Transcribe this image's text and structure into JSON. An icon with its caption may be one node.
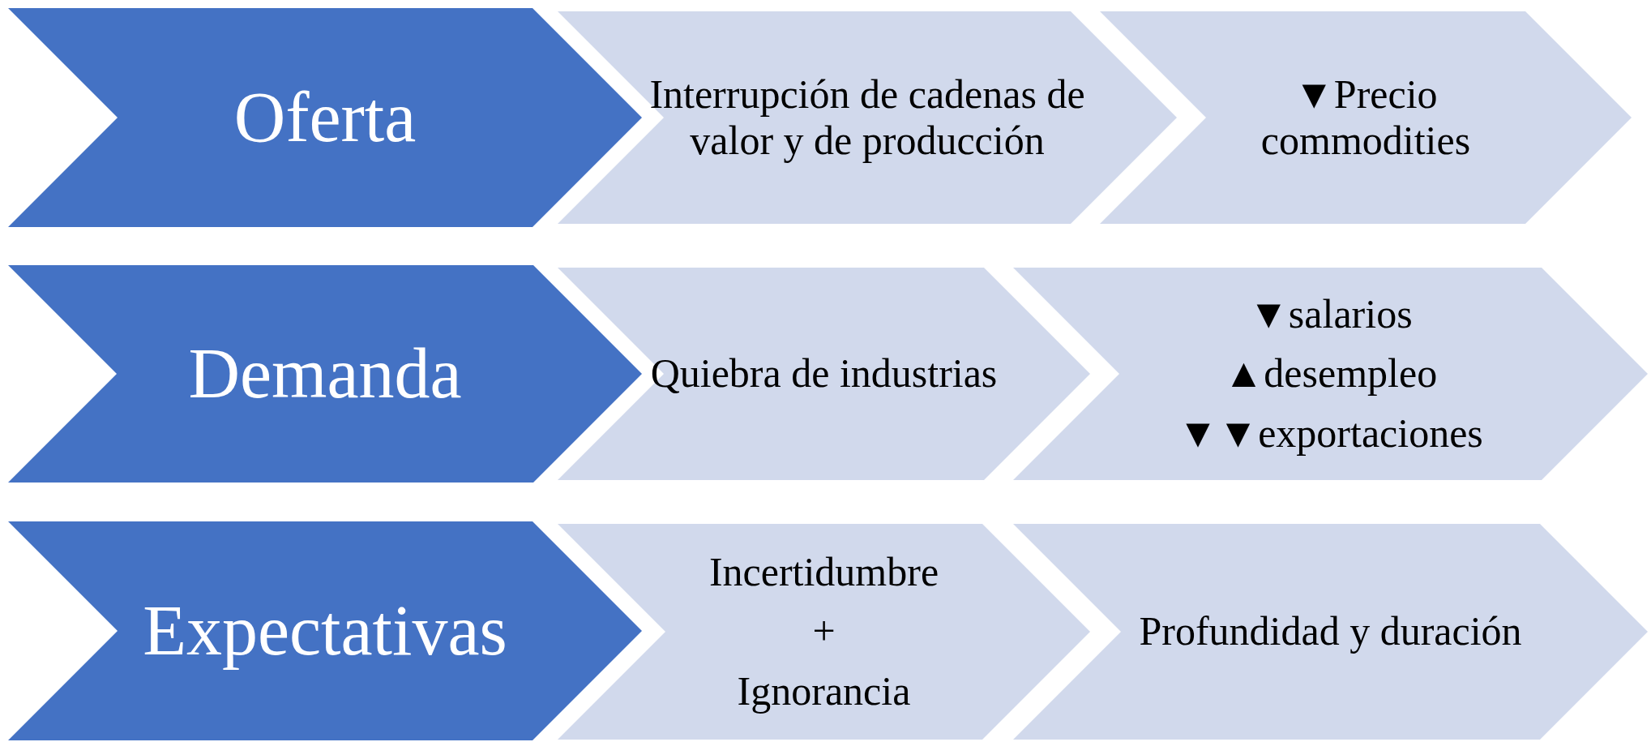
{
  "diagram": {
    "nodes": [
      {
        "text": [
          "Oferta"
        ]
      },
      {
        "text": [
          "Interrupción de cadenas de valor y de producción"
        ]
      },
      {
        "text": [
          "▼Precio commodities"
        ]
      },
      {
        "text": [
          "Demanda"
        ]
      },
      {
        "text": [
          "Quiebra de industrias"
        ]
      },
      {
        "text": [
          "▼salarios",
          "▲desempleo",
          "▼▼exportaciones"
        ]
      },
      {
        "text": [
          "Expectativas"
        ]
      },
      {
        "text": [
          "Incertidumbre",
          "+",
          "Ignorancia"
        ]
      },
      {
        "text": [
          "Profundidad y duración"
        ]
      }
    ]
  }
}
